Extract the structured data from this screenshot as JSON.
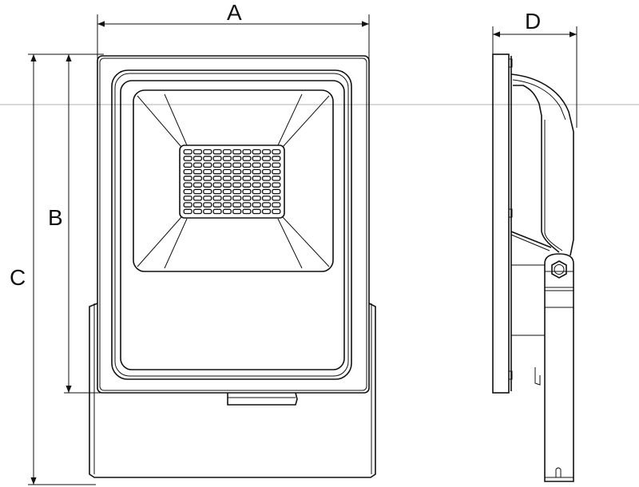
{
  "dimensions": {
    "width_label": "A",
    "panel_height_label": "B",
    "total_height_label": "C",
    "depth_label": "D"
  },
  "led_grid": {
    "rows": 10,
    "cols": 10
  },
  "colors": {
    "line": "#111111",
    "background": "#ffffff",
    "guide": "#d0d0d0"
  }
}
